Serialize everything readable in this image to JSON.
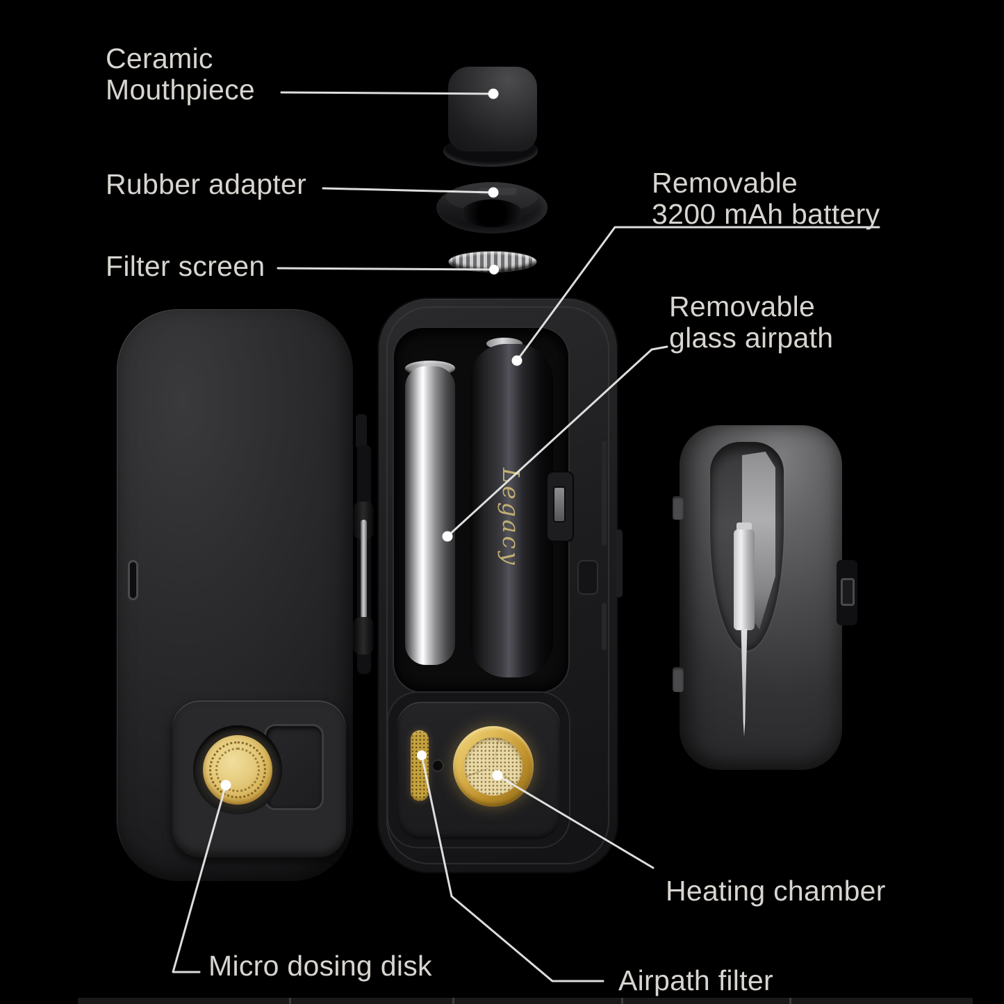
{
  "scene": {
    "background": "#000000",
    "text_color": "#d8d5d1",
    "leader_line_color": "#e9e9e9",
    "accent_gold": "#d9b45c"
  },
  "brand": {
    "signature": "Legacy"
  },
  "annotations": {
    "ceramic_mouthpiece": {
      "lines": [
        "Ceramic",
        "Mouthpiece"
      ]
    },
    "rubber_adapter": {
      "lines": [
        "Rubber adapter"
      ]
    },
    "filter_screen": {
      "lines": [
        "Filter screen"
      ]
    },
    "battery": {
      "lines": [
        "Removable",
        "3200 mAh battery"
      ]
    },
    "glass_airpath": {
      "lines": [
        "Removable",
        "glass airpath"
      ]
    },
    "heating_chamber": {
      "lines": [
        "Heating chamber"
      ]
    },
    "micro_dosing_disk": {
      "lines": [
        "Micro dosing disk"
      ]
    },
    "airpath_filter": {
      "lines": [
        "Airpath filter"
      ]
    }
  }
}
